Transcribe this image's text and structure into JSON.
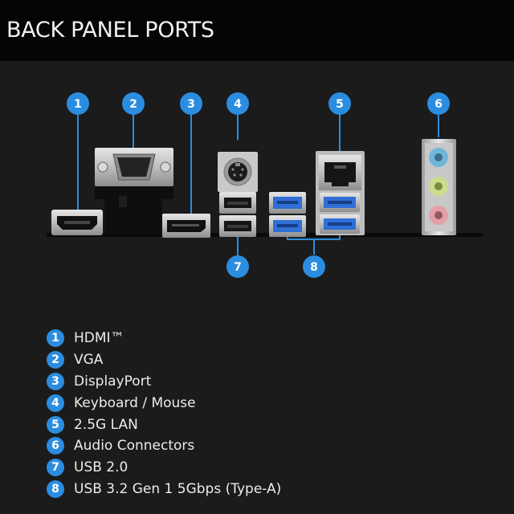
{
  "header": {
    "title": "BACK PANEL PORTS"
  },
  "colors": {
    "accent": "#2b8de0",
    "usb3": "#2f6fd6",
    "audio_blue": "#6fb6d9",
    "audio_lime": "#c9dd8c",
    "audio_pink": "#e3a0a8"
  },
  "ports": [
    {
      "num": "1",
      "label": "HDMI™",
      "icon": "hdmi-port-icon"
    },
    {
      "num": "2",
      "label": "VGA",
      "icon": "vga-port-icon"
    },
    {
      "num": "3",
      "label": "DisplayPort",
      "icon": "displayport-icon"
    },
    {
      "num": "4",
      "label": "Keyboard / Mouse",
      "icon": "ps2-port-icon"
    },
    {
      "num": "5",
      "label": "2.5G LAN",
      "icon": "lan-port-icon"
    },
    {
      "num": "6",
      "label": "Audio Connectors",
      "icon": "audio-jacks-icon"
    },
    {
      "num": "7",
      "label": "USB 2.0",
      "icon": "usb2-port-icon"
    },
    {
      "num": "8",
      "label": "USB 3.2 Gen 1 5Gbps (Type-A)",
      "icon": "usb3-port-icon"
    }
  ]
}
